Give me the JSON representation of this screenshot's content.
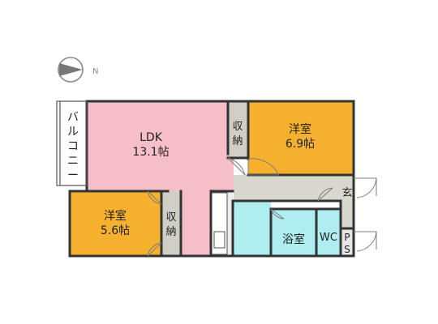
{
  "compass": {
    "north_label": "N",
    "icon": "north-arrow-icon"
  },
  "rooms": {
    "ldk": {
      "name": "LDK",
      "size": "13.1帖"
    },
    "bedroom_east": {
      "name": "洋室",
      "size": "6.9帖"
    },
    "bedroom_west": {
      "name": "洋室",
      "size": "5.6帖"
    },
    "storage_ldk": {
      "line1": "収",
      "line2": "納"
    },
    "storage_west": {
      "line1": "収",
      "line2": "納"
    },
    "balcony": {
      "chars": [
        "バ",
        "ル",
        "コ",
        "ニ",
        "ー"
      ]
    },
    "bathroom": {
      "name": "浴室"
    },
    "toilet": {
      "name": "WC"
    },
    "entrance": {
      "name": "玄"
    },
    "pipe_space": {
      "line1": "P",
      "line2": "S"
    }
  },
  "colors": {
    "ldk": "#f6bfc7",
    "bedroom": "#f5b12e",
    "wet_area": "#aeeef0",
    "corridor": "#d8d8cf",
    "storage": "#cfcfc5",
    "wall": "#333333",
    "door": "#7d7d7d",
    "compass": "#7d7d7d"
  }
}
